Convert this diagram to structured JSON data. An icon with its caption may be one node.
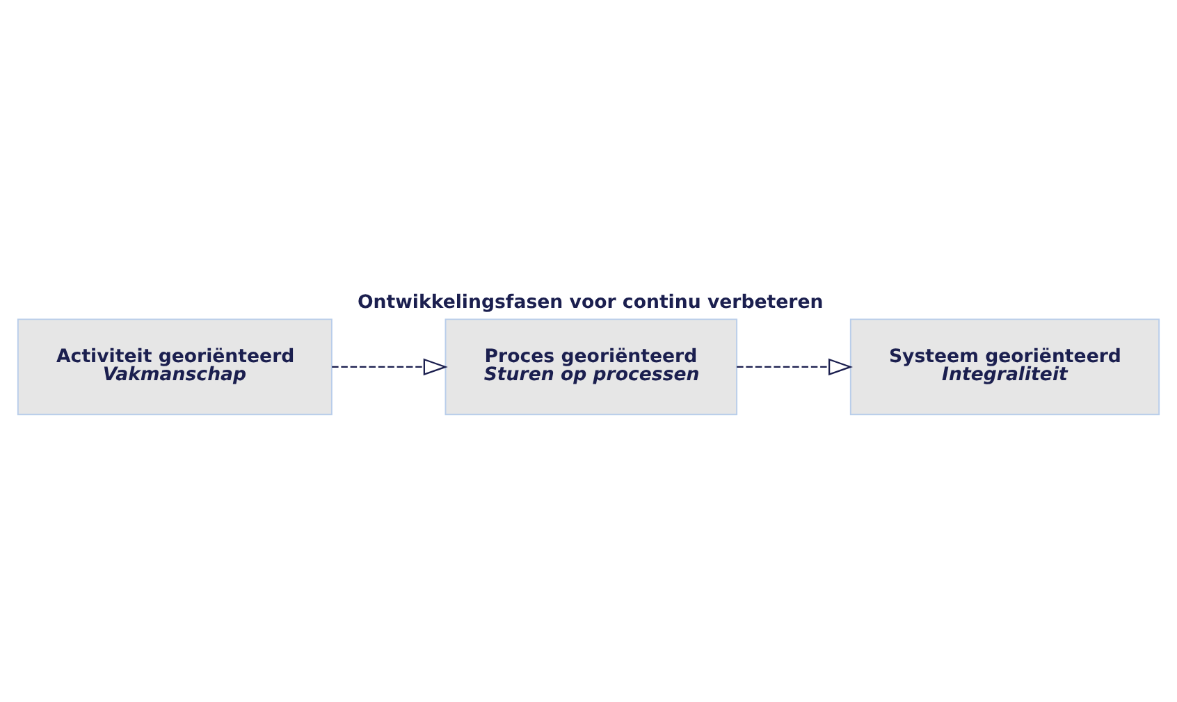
{
  "diagram": {
    "title": "Ontwikkelingsfasen voor continu verbeteren",
    "nodes": [
      {
        "text": [
          "Activiteit georiënteerd",
          "Vakmanschap"
        ]
      },
      {
        "text": [
          "Proces georiënteerd",
          "Sturen op processen"
        ]
      },
      {
        "text": [
          "Systeem georiënteerd",
          "Integraliteit"
        ]
      }
    ],
    "edges": [
      {
        "from": 0,
        "to": 1,
        "arrow": "to",
        "style": "dashed"
      },
      {
        "from": 1,
        "to": 2,
        "arrow": "to",
        "style": "dashed"
      }
    ]
  }
}
